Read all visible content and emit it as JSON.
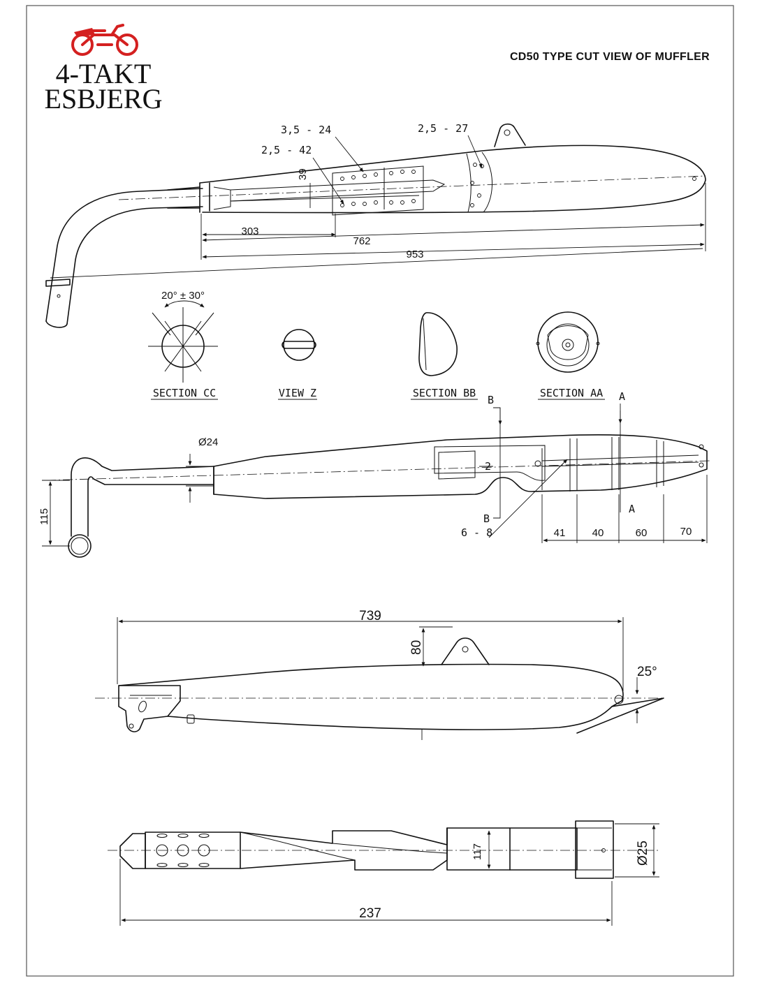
{
  "title": "CD50 TYPE CUT VIEW OF MUFFLER",
  "logo": {
    "line1": "4-TAKT",
    "line2": "ESBJERG",
    "color": "#d42020"
  },
  "top_view": {
    "callouts": [
      "3,5 - 24",
      "2,5 - 42",
      "2,5 - 27"
    ],
    "dim_39": "39",
    "dims": [
      "303",
      "762",
      "953"
    ]
  },
  "sections": {
    "angle_label": "20° ± 30°",
    "labels": [
      "SECTION CC",
      "VIEW Z",
      "SECTION BB",
      "SECTION AA"
    ]
  },
  "side_view": {
    "diameter": "Ø24",
    "height": "115",
    "cut_b": "B",
    "cut_a": "A",
    "baffle_no": "2",
    "callout": "6 - 8",
    "spacings": [
      "41",
      "40",
      "60",
      "70"
    ]
  },
  "outer_view": {
    "length": "739",
    "bracket": "80",
    "angle": "25°"
  },
  "tail_view": {
    "height": "117",
    "diameter": "Ø25",
    "length": "237"
  }
}
